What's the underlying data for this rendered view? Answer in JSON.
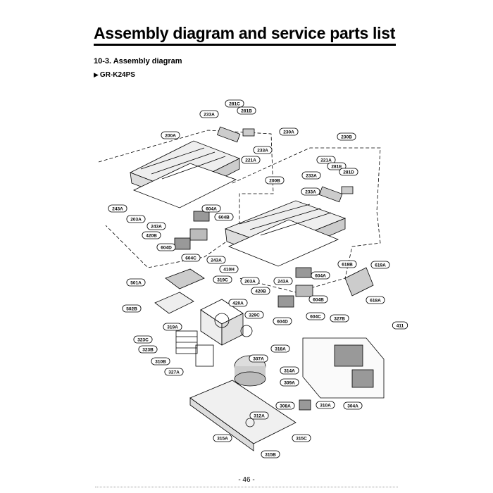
{
  "header": {
    "title": "Assembly diagram and service parts list",
    "section": "10-3. Assembly diagram",
    "model": "GR-K24PS"
  },
  "part_labels": [
    "281C",
    "233A",
    "281B",
    "230A",
    "200A",
    "233A",
    "221A",
    "230B",
    "221A",
    "281E",
    "233A",
    "281D",
    "200B",
    "233A",
    "243A",
    "203A",
    "604A",
    "243A",
    "604B",
    "420B",
    "604D",
    "604C",
    "243A",
    "410H",
    "618B",
    "619A",
    "501A",
    "319C",
    "203A",
    "243A",
    "604A",
    "420B",
    "604B",
    "604C",
    "604D",
    "618A",
    "502B",
    "420A",
    "329C",
    "327B",
    "411",
    "319A",
    "323C",
    "323B",
    "318A",
    "307A",
    "310B",
    "314A",
    "327A",
    "309A",
    "308A",
    "310A",
    "304A",
    "312A",
    "315A",
    "315C",
    "315B"
  ],
  "footer": {
    "page_number": "- 46 -"
  }
}
